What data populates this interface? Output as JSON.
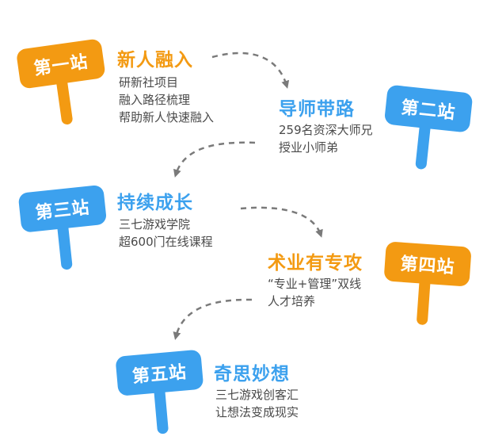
{
  "colors": {
    "orange": "#f39a12",
    "blue": "#3ca1ee",
    "text": "#4a4a4a",
    "arrow": "#7a7a7a"
  },
  "stations": [
    {
      "sign": "第一站",
      "title": "新人融入",
      "lines": [
        "研新社项目",
        "融入路径梳理",
        "帮助新人快速融入"
      ]
    },
    {
      "sign": "第二站",
      "title": "导师带路",
      "lines": [
        "259名资深大师兄",
        "授业小师弟"
      ]
    },
    {
      "sign": "第三站",
      "title": "持续成长",
      "lines": [
        "三七游戏学院",
        "超600门在线课程"
      ]
    },
    {
      "sign": "第四站",
      "title": "术业有专攻",
      "lines": [
        "“专业+管理”双线",
        "人才培养"
      ]
    },
    {
      "sign": "第五站",
      "title": "奇思妙想",
      "lines": [
        "三七游戏创客汇",
        "让想法变成现实"
      ]
    }
  ]
}
